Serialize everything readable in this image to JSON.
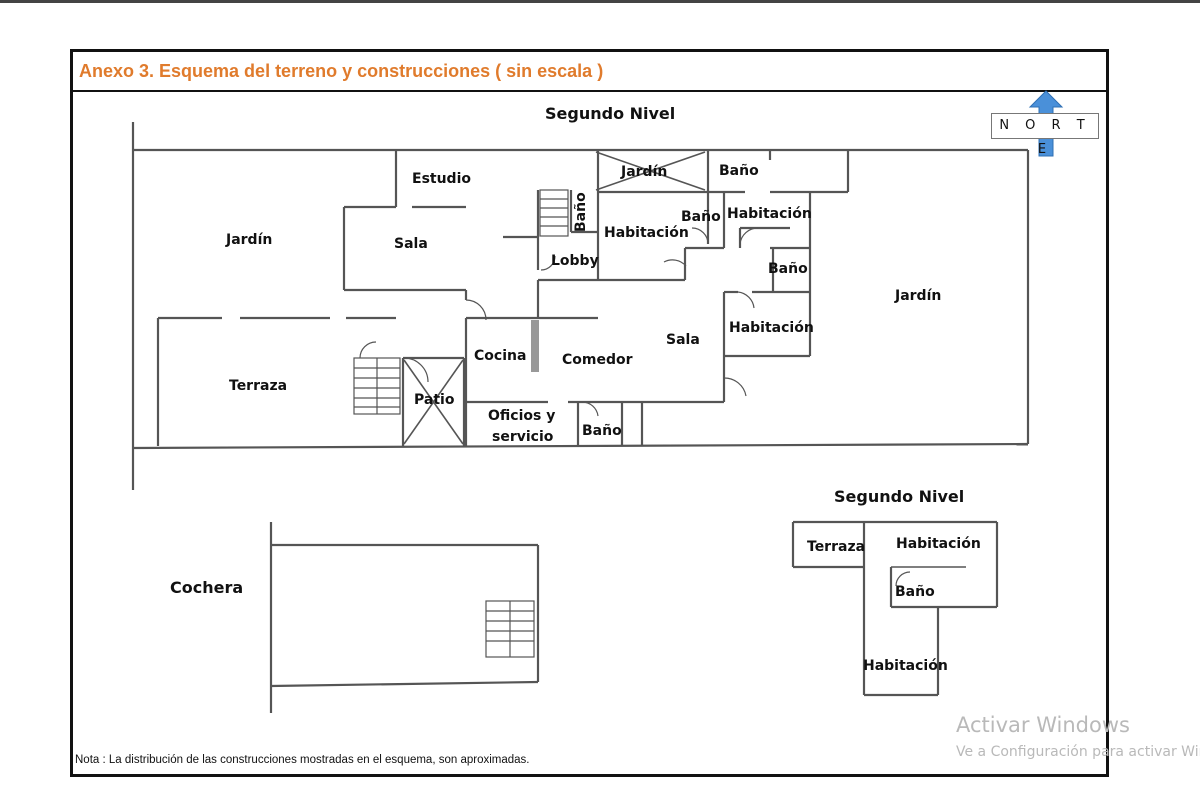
{
  "document": {
    "title": "Anexo 3. Esquema del terreno y construcciones ( sin escala )",
    "note": "Nota : La distribución de las construcciones  mostradas en el esquema, son aproximadas.",
    "accent_color": "#e07b2c"
  },
  "compass": {
    "label": "N O R T E",
    "arrow_icon": "north-arrow-icon",
    "arrow_color": "#4a90d9"
  },
  "main_plan": {
    "heading": "Segundo Nivel",
    "rooms": {
      "jardin_oeste": "Jardín",
      "estudio": "Estudio",
      "sala_1": "Sala",
      "jardin_patio": "Jardín",
      "bano_top": "Baño",
      "bano_stair": "Baño",
      "habitacion_center": "Habitación",
      "bano_center": "Baño",
      "habitacion_ne": "Habitación",
      "lobby": "Lobby",
      "bano_ne": "Baño",
      "jardin_este": "Jardín",
      "habitacion_e": "Habitación",
      "sala_2": "Sala",
      "cocina": "Cocina",
      "comedor": "Comedor",
      "terraza": "Terraza",
      "patio": "Patio",
      "oficios_1": "Oficios y",
      "oficios_2": "servicio",
      "bano_bottom": "Baño"
    }
  },
  "garage_plan": {
    "label": "Cochera"
  },
  "second_plan": {
    "heading": "Segundo Nivel",
    "rooms": {
      "terraza": "Terraza",
      "habitacion_top": "Habitación",
      "bano": "Baño",
      "habitacion_bottom": "Habitación"
    }
  },
  "watermark": {
    "line1": "Activar Windows",
    "line2": "Ve a Configuración para activar Windows."
  }
}
